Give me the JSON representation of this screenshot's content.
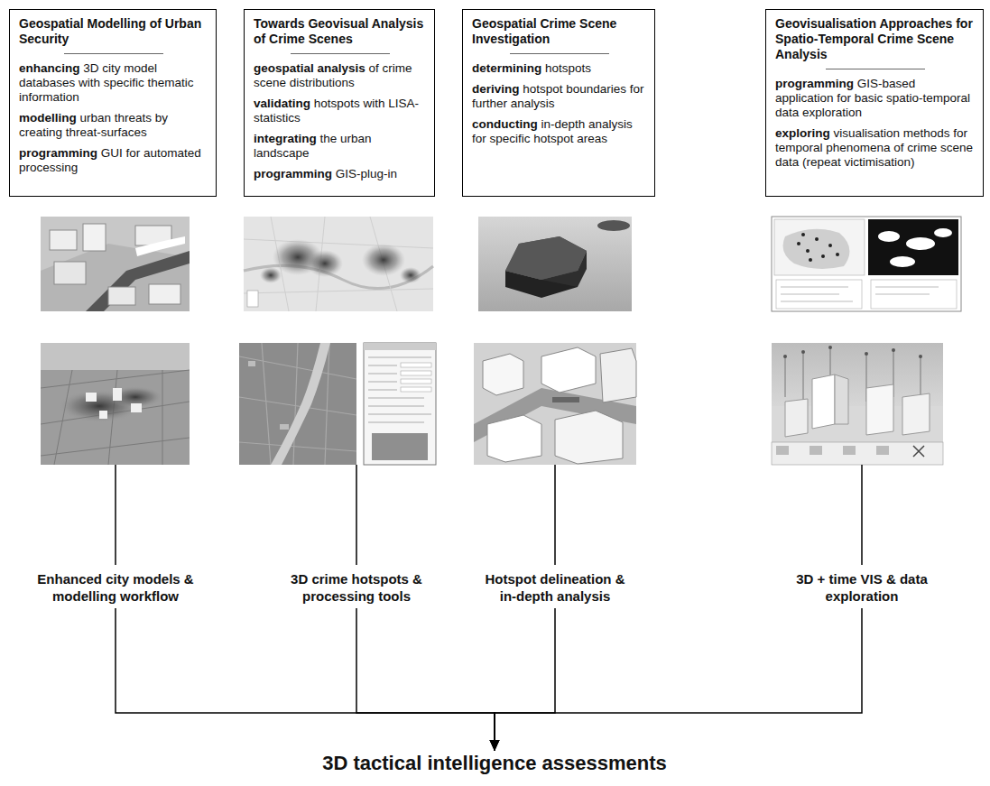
{
  "diagram": {
    "nodes": [
      {
        "text": [
          "Geospatial Modelling of Urban Security",
          "enhancing 3D city model databases with specific thematic information",
          "modelling urban threats by creating threat-surfaces",
          "programming GUI for automated processing"
        ]
      },
      {
        "text": [
          "Towards Geovisual Analysis of Crime Scenes",
          "geospatial analysis of crime scene distributions",
          "validating hotspots with LISA-statistics",
          "integrating the urban landscape",
          "programming GIS-plug-in"
        ]
      },
      {
        "text": [
          "Geospatial Crime Scene Investigation",
          "determining hotspots",
          "deriving hotspot boundaries for further analysis",
          "conducting in-depth analysis for specific hotspot areas"
        ]
      },
      {
        "text": [
          "Geovisualisation Approaches for Spatio-Temporal Crime Scene Analysis",
          "programming GIS-based application for basic spatio-temporal data exploration",
          "exploring visualisation methods for temporal phenomena of crime scene data (repeat victimisation)"
        ]
      },
      {
        "text": [
          "Enhanced city models & modelling workflow"
        ]
      },
      {
        "text": [
          "3D crime hotspots & processing tools"
        ]
      },
      {
        "text": [
          "Hotspot delineation & in-depth analysis"
        ]
      },
      {
        "text": [
          "3D + time VIS & data exploration"
        ]
      },
      {
        "text": [
          "3D tactical intelligence assessments"
        ]
      }
    ],
    "edges": [
      {
        "from": 4,
        "to": 8,
        "arrow": "to"
      },
      {
        "from": 5,
        "to": 8,
        "arrow": "to"
      },
      {
        "from": 6,
        "to": 8,
        "arrow": "to"
      },
      {
        "from": 7,
        "to": 8,
        "arrow": "to"
      }
    ]
  }
}
